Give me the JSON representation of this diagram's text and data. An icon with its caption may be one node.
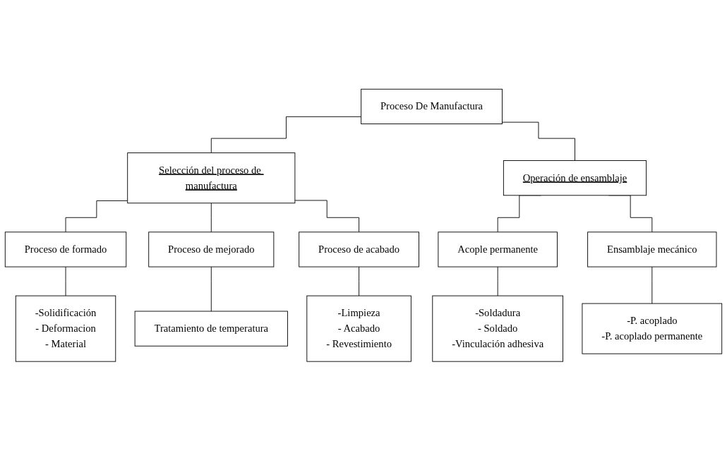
{
  "diagram": {
    "nodes": [
      {
        "text": [
          "Proceso De Manufactura"
        ]
      },
      {
        "text": [
          "Selección del proceso de manufactura"
        ]
      },
      {
        "text": [
          "Operación de ensamblaje"
        ]
      },
      {
        "text": [
          "Proceso de formado"
        ]
      },
      {
        "text": [
          "-Solidificación",
          "- Deformacion",
          "- Material"
        ]
      },
      {
        "text": [
          "Proceso de mejorado"
        ]
      },
      {
        "text": [
          "Tratamiento de temperatura"
        ]
      },
      {
        "text": [
          "Proceso de acabado"
        ]
      },
      {
        "text": [
          "-Limpieza",
          "- Acabado",
          "- Revestimiento"
        ]
      },
      {
        "text": [
          "Acople permanente"
        ]
      },
      {
        "text": [
          "-Soldadura",
          "- Soldado",
          "-Vinculación adhesiva"
        ]
      },
      {
        "text": [
          "Ensamblaje mecánico"
        ]
      },
      {
        "text": [
          "-P. acoplado",
          "-P. acoplado permanente"
        ]
      }
    ],
    "edges": [
      {
        "from": 0,
        "to": 1,
        "arrow": "none"
      },
      {
        "from": 0,
        "to": 2,
        "arrow": "none"
      },
      {
        "from": 1,
        "to": 3,
        "arrow": "none"
      },
      {
        "from": 1,
        "to": 5,
        "arrow": "none"
      },
      {
        "from": 1,
        "to": 7,
        "arrow": "none"
      },
      {
        "from": 3,
        "to": 4,
        "arrow": "none"
      },
      {
        "from": 5,
        "to": 6,
        "arrow": "none"
      },
      {
        "from": 7,
        "to": 8,
        "arrow": "none"
      },
      {
        "from": 2,
        "to": 9,
        "arrow": "none"
      },
      {
        "from": 2,
        "to": 11,
        "arrow": "none"
      },
      {
        "from": 9,
        "to": 10,
        "arrow": "none"
      },
      {
        "from": 11,
        "to": 12,
        "arrow": "none"
      }
    ]
  }
}
